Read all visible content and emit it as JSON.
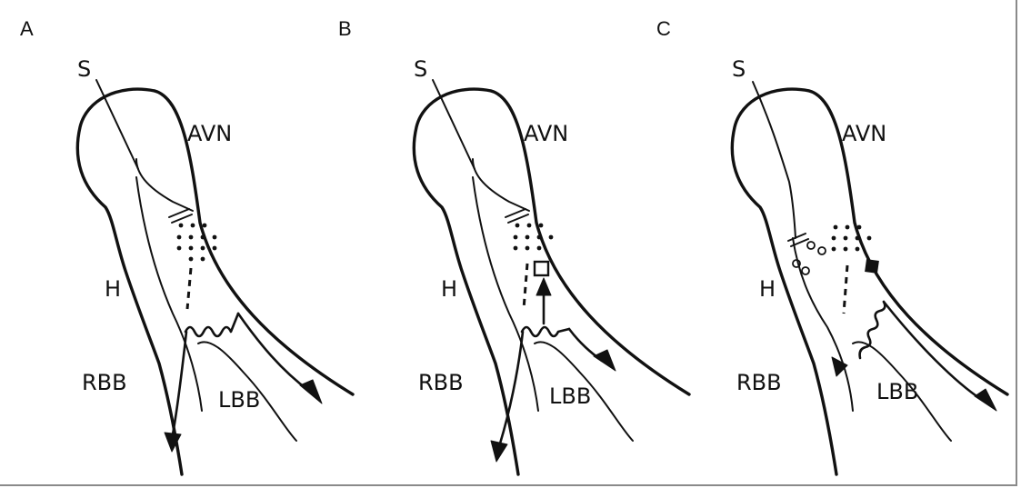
{
  "panels": [
    {
      "letter": "A",
      "labels": {
        "s": "S",
        "avn": "AVN",
        "h": "H",
        "rbb": "RBB",
        "lbb": "LBB"
      }
    },
    {
      "letter": "B",
      "labels": {
        "s": "S",
        "avn": "AVN",
        "h": "H",
        "rbb": "RBB",
        "lbb": "LBB"
      }
    },
    {
      "letter": "C",
      "labels": {
        "s": "S",
        "avn": "AVN",
        "h": "H",
        "rbb": "RBB",
        "lbb": "LBB"
      }
    }
  ]
}
